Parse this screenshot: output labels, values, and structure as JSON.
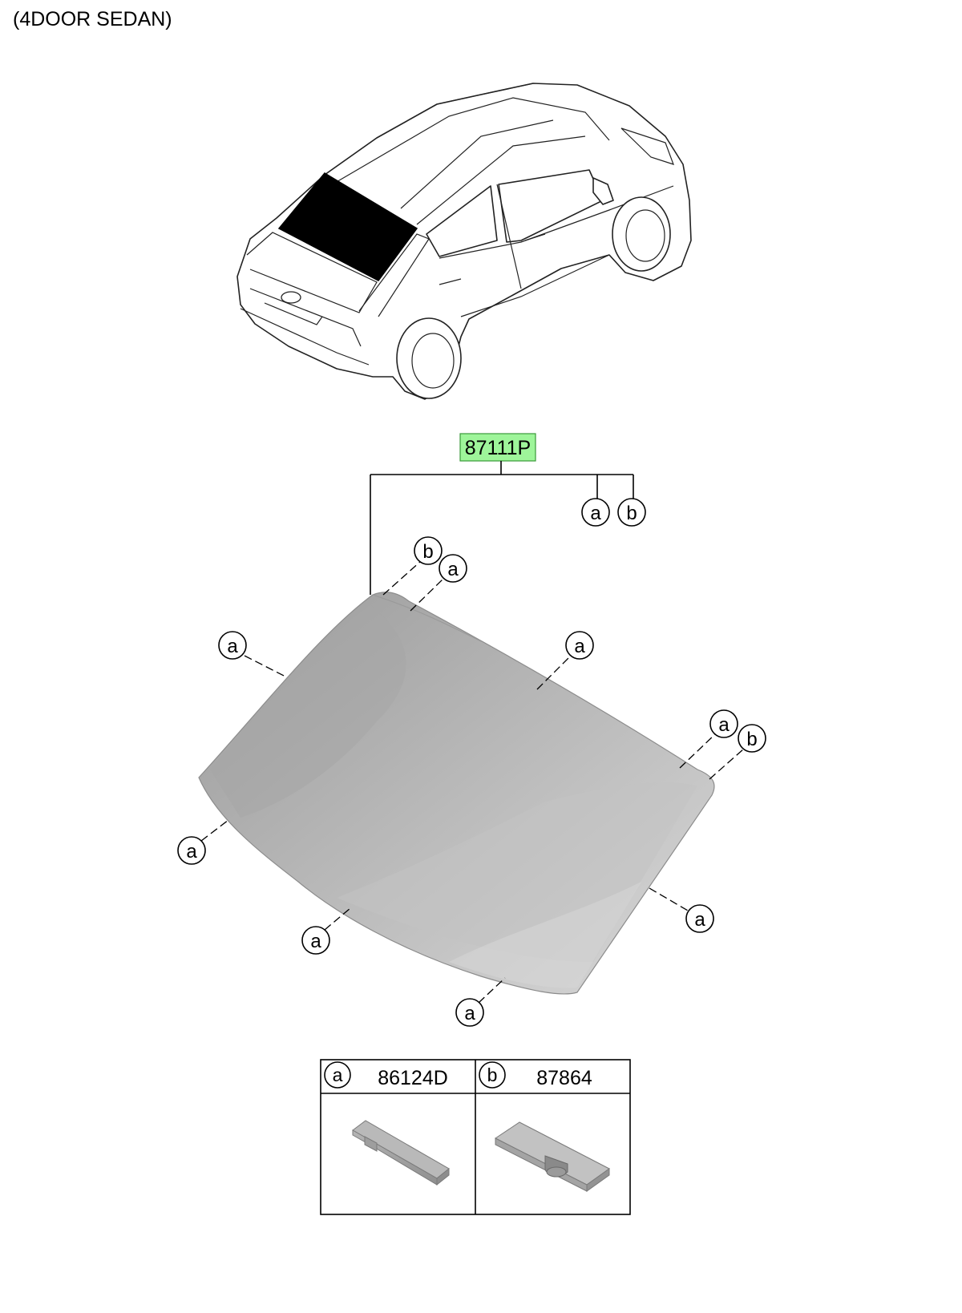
{
  "title": "(4DOOR SEDAN)",
  "main_part": {
    "number": "87111P",
    "highlight_color": "#9ef59a"
  },
  "callout_letters": {
    "a": "a",
    "b": "b"
  },
  "legend": [
    {
      "letter": "a",
      "part_number": "86124D"
    },
    {
      "letter": "b",
      "part_number": "87864"
    }
  ],
  "colors": {
    "glass_dark": "#9b9b9b",
    "glass_light": "#d3d3d3",
    "rear_window": "#000000"
  }
}
